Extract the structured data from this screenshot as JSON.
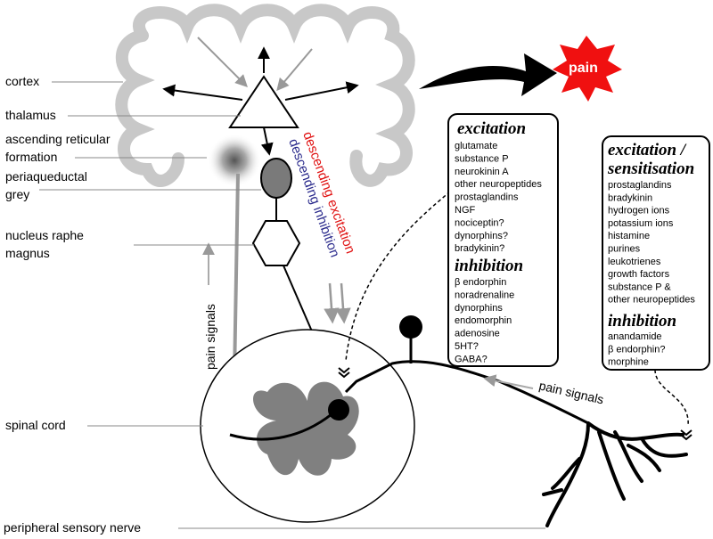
{
  "labels": {
    "cortex": "cortex",
    "thalamus": "thalamus",
    "arf_line1": "ascending reticular",
    "arf_line2": "formation",
    "pag_line1": "periaqueductal",
    "pag_line2": "grey",
    "nrm_line1": "nucleus raphe",
    "nrm_line2": "magnus",
    "spinal_cord": "spinal cord",
    "peripheral_nerve": "peripheral sensory nerve",
    "pain": "pain",
    "descending_excitation": "descending excitation",
    "descending_inhibition": "descending inhibition",
    "pain_signals_vertical": "pain signals",
    "pain_signals_nerve": "pain signals"
  },
  "central_box": {
    "excitation_title": "excitation",
    "excitation_items": [
      "glutamate",
      "substance P",
      "neurokinin A",
      "other neuropeptides",
      "prostaglandins",
      "NGF",
      "nociceptin?",
      "dynorphins?",
      "bradykinin?"
    ],
    "inhibition_title": "inhibition",
    "inhibition_items": [
      "β endorphin",
      "noradrenaline",
      "dynorphins",
      "endomorphin",
      "adenosine",
      "5HT?",
      "GABA?"
    ]
  },
  "peripheral_box": {
    "excitation_title_line1": "excitation /",
    "excitation_title_line2": "sensitisation",
    "excitation_items": [
      "prostaglandins",
      "bradykinin",
      "hydrogen ions",
      "potassium ions",
      "histamine",
      "purines",
      "leukotrienes",
      "growth factors",
      "substance P &",
      "other neuropeptides"
    ],
    "inhibition_title": "inhibition",
    "inhibition_items": [
      "anandamide",
      "β endorphin?",
      "morphine"
    ]
  },
  "colors": {
    "brain": "#c8c8c8",
    "pain_star": "#f01010",
    "descending_excitation": "#e01010",
    "descending_inhibition": "#2a2a8c",
    "grey_matter": "#808080",
    "pag": "#7a7a7a"
  }
}
